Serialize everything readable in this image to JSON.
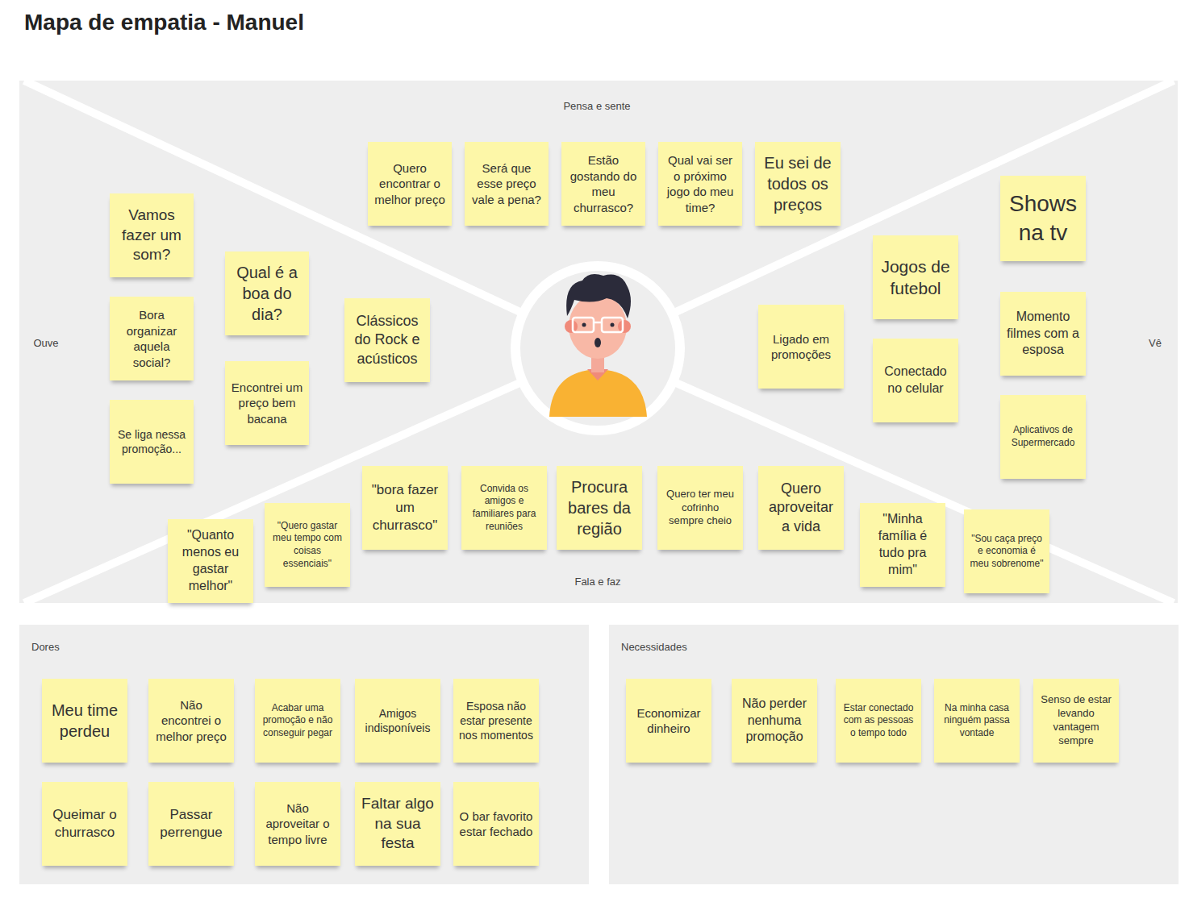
{
  "diagram": {
    "title": "Mapa de empatia - Manuel",
    "nodes": [
      {
        "text": [
          "Quero encontrar o melhor preço"
        ]
      },
      {
        "text": [
          "Será que esse preço vale a pena?"
        ]
      },
      {
        "text": [
          "Estão gostando do meu churrasco?"
        ]
      },
      {
        "text": [
          "Qual vai ser o próximo jogo do meu time?"
        ]
      },
      {
        "text": [
          "Eu sei de todos os preços"
        ]
      },
      {
        "text": [
          "Vamos fazer um som?"
        ]
      },
      {
        "text": [
          "Qual é a boa do dia?"
        ]
      },
      {
        "text": [
          "Clássicos do Rock e acústicos"
        ]
      },
      {
        "text": [
          "Bora organizar aquela social?"
        ]
      },
      {
        "text": [
          "Encontrei um preço bem bacana"
        ]
      },
      {
        "text": [
          "Se liga nessa promoção..."
        ]
      },
      {
        "text": [
          "Shows na tv"
        ]
      },
      {
        "text": [
          "Jogos de futebol"
        ]
      },
      {
        "text": [
          "Ligado em promoções"
        ]
      },
      {
        "text": [
          "Conectado no celular"
        ]
      },
      {
        "text": [
          "Momento filmes com a esposa"
        ]
      },
      {
        "text": [
          "Aplicativos de Supermercado"
        ]
      },
      {
        "text": [
          "\"bora fazer um churrasco\""
        ]
      },
      {
        "text": [
          "Convida os amigos e familiares para reuniões"
        ]
      },
      {
        "text": [
          "Procura bares da região"
        ]
      },
      {
        "text": [
          "Quero ter meu cofrinho sempre cheio"
        ]
      },
      {
        "text": [
          "Quero aproveitar a vida"
        ]
      },
      {
        "text": [
          "\"Quanto menos eu gastar melhor\""
        ]
      },
      {
        "text": [
          "\"Quero gastar meu tempo com coisas essenciais\""
        ]
      },
      {
        "text": [
          "\"Minha família é tudo pra mim\""
        ]
      },
      {
        "text": [
          "\"Sou caça preço e economia é meu sobrenome\""
        ]
      },
      {
        "text": [
          "Dores"
        ]
      },
      {
        "text": [
          "Meu time perdeu"
        ],
        "in": 26
      },
      {
        "text": [
          "Não encontrei o melhor preço"
        ],
        "in": 26
      },
      {
        "text": [
          "Acabar uma promoção e não conseguir pegar"
        ],
        "in": 26
      },
      {
        "text": [
          "Amigos indisponíveis"
        ],
        "in": 26
      },
      {
        "text": [
          "Esposa não estar presente nos momentos"
        ],
        "in": 26
      },
      {
        "text": [
          "Queimar o churrasco"
        ],
        "in": 26
      },
      {
        "text": [
          "Passar perrengue"
        ],
        "in": 26
      },
      {
        "text": [
          "Não aproveitar o tempo livre"
        ],
        "in": 26
      },
      {
        "text": [
          "Faltar algo na sua festa"
        ],
        "in": 26
      },
      {
        "text": [
          "O bar favorito estar fechado"
        ],
        "in": 26
      },
      {
        "text": [
          "Necessidades"
        ]
      },
      {
        "text": [
          "Economizar dinheiro"
        ],
        "in": 37
      },
      {
        "text": [
          "Não perder nenhuma promoção"
        ],
        "in": 37
      },
      {
        "text": [
          "Estar conectado com as pessoas o tempo todo"
        ],
        "in": 37
      },
      {
        "text": [
          "Na minha casa ninguém passa vontade"
        ],
        "in": 37
      },
      {
        "text": [
          "Senso de estar levando vantagem sempre"
        ],
        "in": 37
      }
    ],
    "labels": [
      "Pensa e sente",
      "Ouve",
      "Vê",
      "Fala e faz"
    ]
  }
}
